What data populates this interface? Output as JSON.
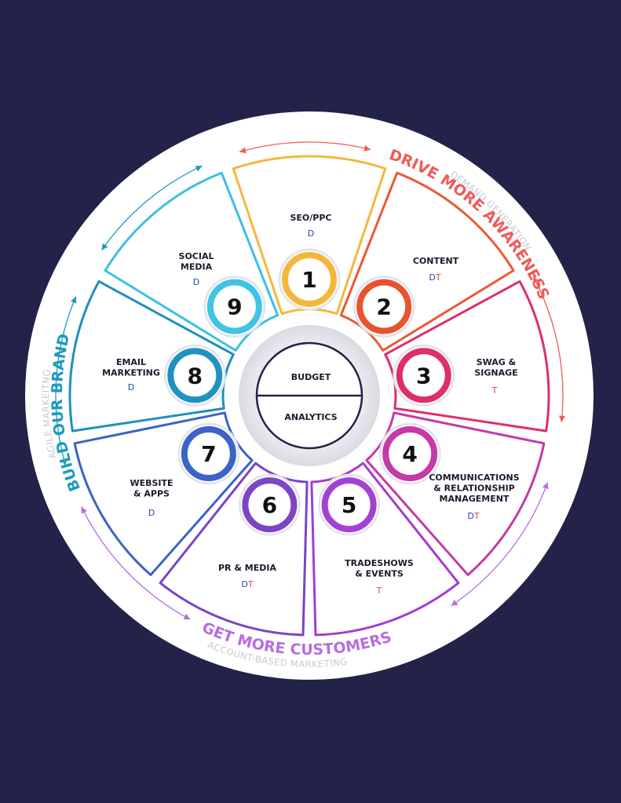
{
  "colors": {
    "background": "#232248",
    "hub_border": "#232248",
    "code_d": "#1f49a8",
    "code_t": "#e8423e",
    "group_awareness": "#ef5b59",
    "group_customers": "#b76de0",
    "group_brand": "#1d9bbd",
    "subtitle_gray": "#c9c9cf"
  },
  "hub": {
    "top": "BUDGET",
    "bottom": "ANALYTICS"
  },
  "segments": [
    {
      "number": "1",
      "title": [
        "SEO/PPC"
      ],
      "code_d": "D",
      "code_t": "",
      "color": "#f4b73d",
      "number_color": "#f4b73d"
    },
    {
      "number": "2",
      "title": [
        "CONTENT"
      ],
      "code_d": "D",
      "code_t": "T",
      "color": "#ea5a32",
      "number_color": "#e8542f"
    },
    {
      "number": "3",
      "title": [
        "SWAG &",
        "SIGNAGE"
      ],
      "code_d": "",
      "code_t": "T",
      "color": "#df2d6b",
      "number_color": "#dc2f6c"
    },
    {
      "number": "4",
      "title": [
        "COMMUNICATIONS",
        "& RELATIONSHIP",
        "MANAGEMENT"
      ],
      "code_d": "D",
      "code_t": "T",
      "color": "#c33aa7",
      "number_color": "#c43aa6"
    },
    {
      "number": "5",
      "title": [
        "TRADESHOWS",
        "& EVENTS"
      ],
      "code_d": "",
      "code_t": "T",
      "color": "#a43cd0",
      "number_color": "#a540d4"
    },
    {
      "number": "6",
      "title": [
        "PR & MEDIA"
      ],
      "code_d": "D",
      "code_t": "T",
      "color": "#7a45c2",
      "number_color": "#7c45c4"
    },
    {
      "number": "7",
      "title": [
        "WEBSITE",
        "& APPS"
      ],
      "code_d": "D",
      "code_t": "",
      "color": "#3a64c4",
      "number_color": "#3b63c8"
    },
    {
      "number": "8",
      "title": [
        "EMAIL",
        "MARKETING"
      ],
      "code_d": "D",
      "code_t": "",
      "color": "#1f8fbe",
      "number_color": "#2192c0"
    },
    {
      "number": "9",
      "title": [
        "SOCIAL",
        "MEDIA"
      ],
      "code_d": "D",
      "code_t": "",
      "color": "#3cc0e2",
      "number_color": "#3fc4e6"
    }
  ],
  "groups": {
    "awareness": {
      "title": "DRIVE MORE AWARENESS",
      "subtitle": "DEMAND GENERATION"
    },
    "customers": {
      "title": "GET MORE CUSTOMERS",
      "subtitle": "ACCOUNT-BASED MARKETING"
    },
    "brand": {
      "title": "BUILD OUR BRAND",
      "subtitle": "AGILE MARKEITNG"
    }
  }
}
